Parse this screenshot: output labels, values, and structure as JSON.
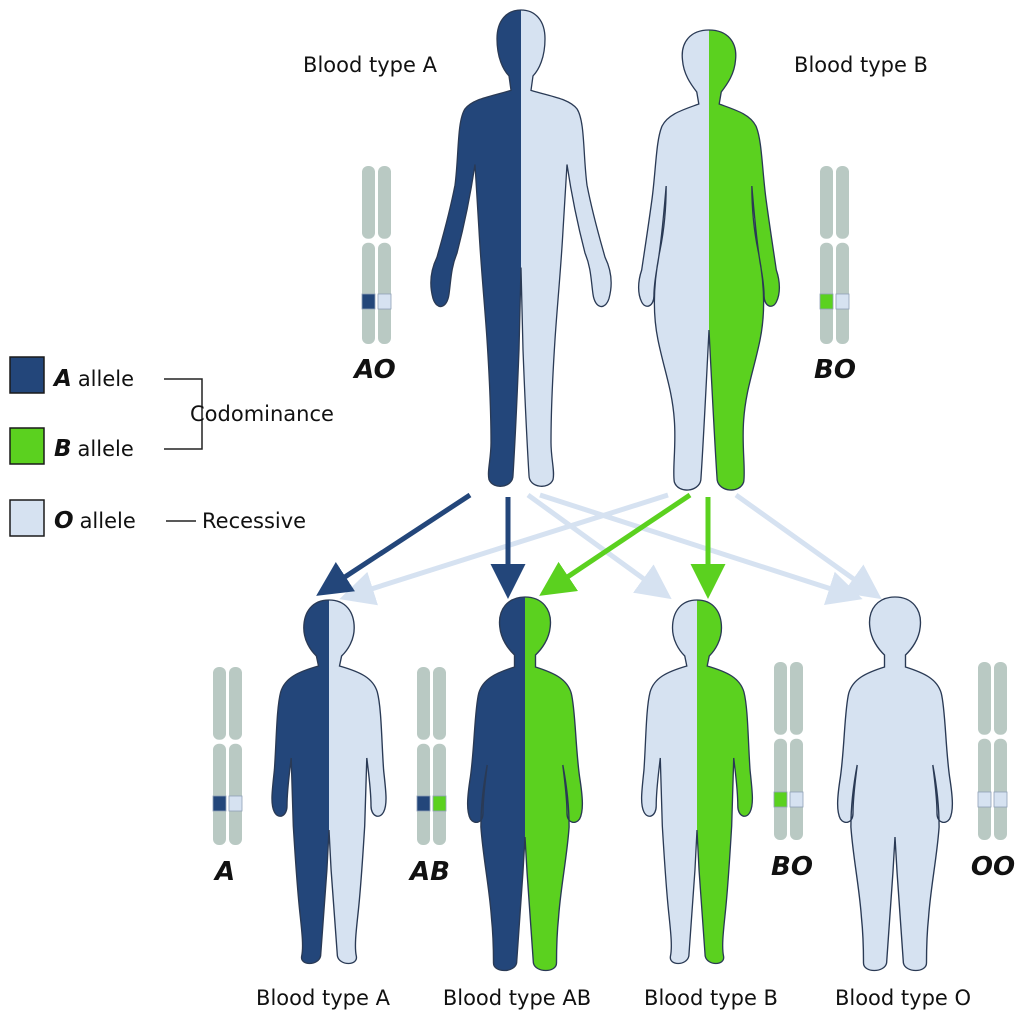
{
  "colors": {
    "A": "#23467a",
    "B": "#5bd11f",
    "O": "#d6e2f1",
    "chromosome": "#b9c9c3"
  },
  "parents": [
    {
      "label": "Blood type A",
      "genotype": "AO",
      "alleles": [
        "A",
        "O"
      ]
    },
    {
      "label": "Blood type B",
      "genotype": "BO",
      "alleles": [
        "O",
        "B"
      ]
    }
  ],
  "children": [
    {
      "label": "Blood type A",
      "genotype": "A",
      "alleles": [
        "A",
        "O"
      ]
    },
    {
      "label": "Blood type AB",
      "genotype": "AB",
      "alleles": [
        "A",
        "B"
      ]
    },
    {
      "label": "Blood type B",
      "genotype": "BO",
      "alleles": [
        "O",
        "B"
      ]
    },
    {
      "label": "Blood type O",
      "genotype": "OO",
      "alleles": [
        "O",
        "O"
      ]
    }
  ],
  "legend": {
    "items": [
      {
        "letter": "A",
        "text": "allele",
        "color": "#23467a"
      },
      {
        "letter": "B",
        "text": "allele",
        "color": "#5bd11f"
      },
      {
        "letter": "O",
        "text": "allele",
        "color": "#d6e2f1"
      }
    ],
    "codominance": "Codominance",
    "recessive": "Recessive"
  }
}
